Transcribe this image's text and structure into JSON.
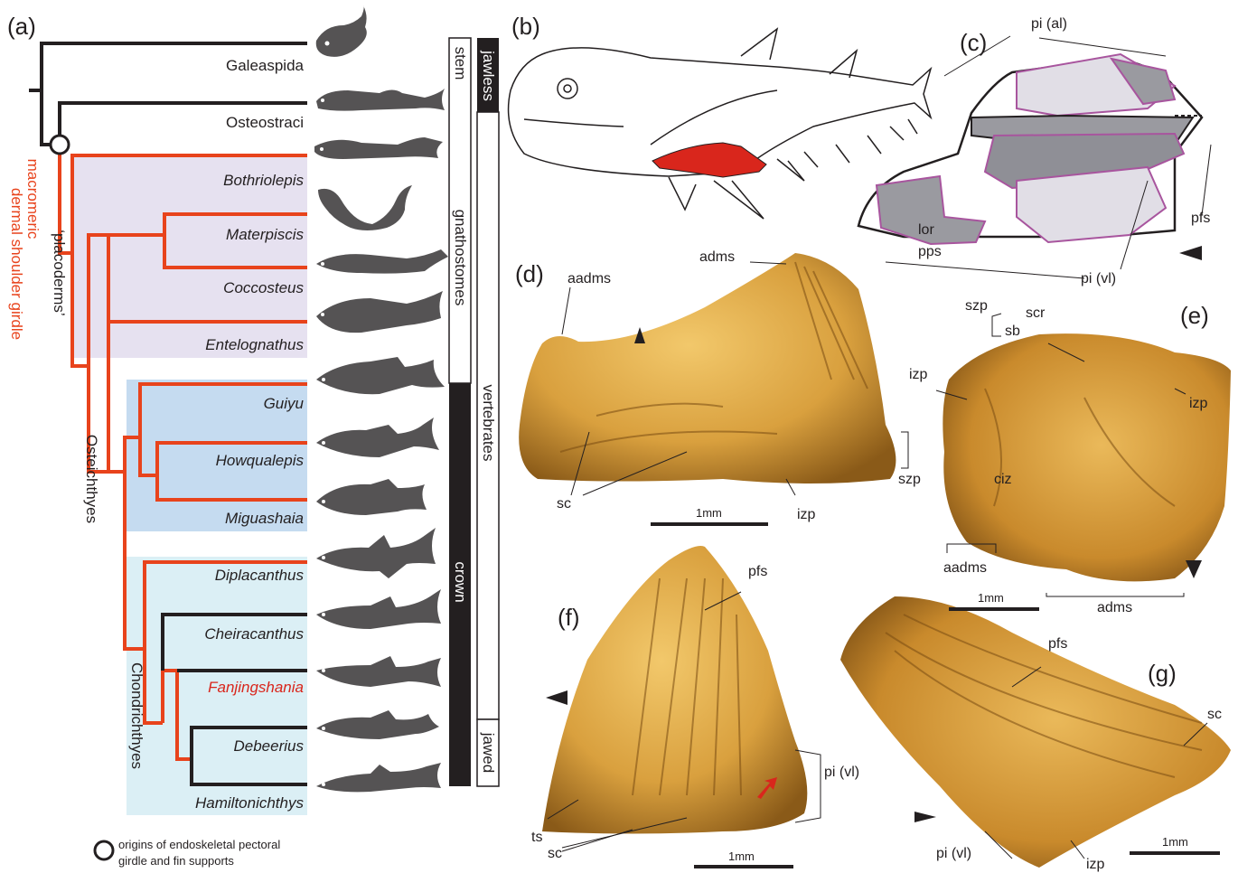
{
  "panel_labels": {
    "a": "(a)",
    "b": "(b)",
    "c": "(c)",
    "d": "(d)",
    "e": "(e)",
    "f": "(f)",
    "g": "(g)"
  },
  "tree": {
    "taxa": [
      "Galeaspida",
      "Osteostraci",
      "Bothriolepis",
      "Materpiscis",
      "Coccosteus",
      "Entelognathus",
      "Guiyu",
      "Howqualepis",
      "Miguashaia",
      "Diplacanthus",
      "Cheiracanthus",
      "Fanjingshania",
      "Debeerius",
      "Hamiltonichthys"
    ],
    "highlight_taxon": "Fanjingshania",
    "group_labels": {
      "placoderms": "‘placoderms’",
      "osteichthyes": "Osteichthyes",
      "chondrichthyes": "Chondrichthyes"
    },
    "side_label_line1": "macromeric",
    "side_label_line2": "dermal shoulder girdle",
    "legend_text_line1": "origins of endoskeletal pectoral",
    "legend_text_line2": "girdle and fin supports"
  },
  "bars": {
    "stem": "stem",
    "jawless": "jawless",
    "gnathostomes": "gnathostomes",
    "vertebrates": "vertebrates",
    "crown": "crown",
    "jawed": "jawed"
  },
  "labels": {
    "c": {
      "pi_al": "pi (al)",
      "lor": "lor",
      "pps": "pps",
      "pfs": "pfs",
      "pi_vl": "pi (vl)"
    },
    "d": {
      "aadms": "aadms",
      "adms": "adms",
      "sc": "sc",
      "izp": "izp",
      "szp": "szp",
      "scale": "1mm"
    },
    "e": {
      "szp": "szp",
      "scr": "scr",
      "sb": "sb",
      "izp_left": "izp",
      "izp_right": "izp",
      "ciz": "ciz",
      "aadms": "aadms",
      "adms": "adms",
      "scale": "1mm"
    },
    "f": {
      "pfs": "pfs",
      "pi_vl": "pi (vl)",
      "ts": "ts",
      "sc": "sc",
      "scale": "1mm"
    },
    "g": {
      "pfs": "pfs",
      "sc": "sc",
      "pi_vl": "pi (vl)",
      "izp": "izp",
      "scale": "1mm"
    }
  },
  "colors": {
    "orange": "#e8431c",
    "black": "#231f20",
    "placoderm_bg": "#e6e1f0",
    "osteichthyes_bg": "#c5dbf0",
    "chondrichthyes_bg": "#dbeff5",
    "fossil": "#d8a440",
    "highlight_red": "#d9261c"
  }
}
